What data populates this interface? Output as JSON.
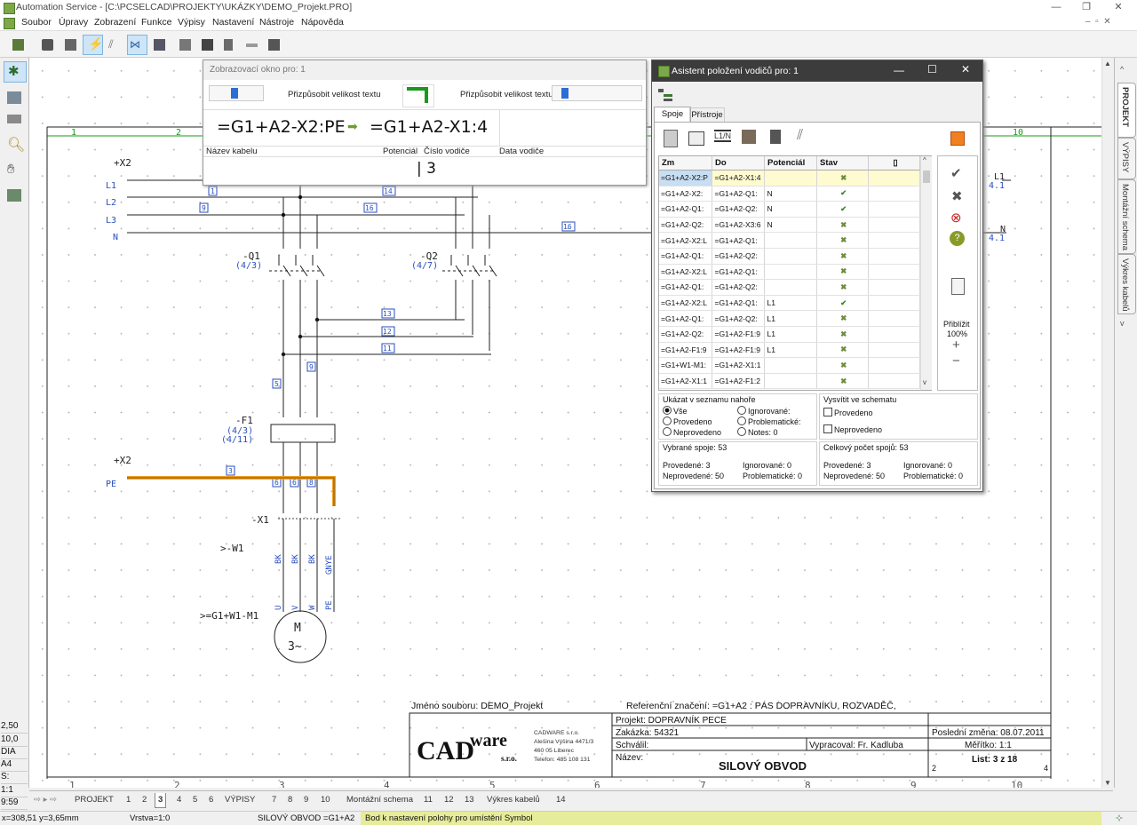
{
  "window": {
    "title": "Automation Service - [C:\\PCSELCAD\\PROJEKTY\\UKÁZKY\\DEMO_Projekt.PRO]"
  },
  "menu": [
    "Soubor",
    "Úpravy",
    "Zobrazení",
    "Funkce",
    "Výpisy",
    "Nastavení",
    "Nástroje",
    "Nápověda"
  ],
  "display_window": {
    "title": "Zobrazovací okno pro: 1",
    "fit_text_left": "Přizpůsobit velikost textu",
    "fit_text_right": "Přizpůsobit velikost textu",
    "from": "=G1+A2-X2:PE",
    "to": "=G1+A2-X1:4",
    "cable_name_label": "Název kabelu",
    "potential_label": "Potenciál",
    "wire_no_label": "Číslo vodiče",
    "wire_data_label": "Data vodiče",
    "wire_no": "| 3"
  },
  "assistant": {
    "title": "Asistent položení vodičů pro: 1",
    "tabs": [
      "Spoje",
      "Přístroje"
    ],
    "columns": [
      "Zm",
      "Do",
      "Potenciál",
      "Stav"
    ],
    "rows": [
      {
        "zm": "=G1+A2-X2:P",
        "do": "=G1+A2-X1:4",
        "pot": "",
        "stav": "x"
      },
      {
        "zm": "=G1+A2-X2:",
        "do": "=G1+A2-Q1:",
        "pot": "N",
        "stav": "ok"
      },
      {
        "zm": "=G1+A2-Q1:",
        "do": "=G1+A2-Q2:",
        "pot": "N",
        "stav": "ok"
      },
      {
        "zm": "=G1+A2-Q2:",
        "do": "=G1+A2-X3:6",
        "pot": "N",
        "stav": "x"
      },
      {
        "zm": "=G1+A2-X2:L",
        "do": "=G1+A2-Q1:",
        "pot": "",
        "stav": "x"
      },
      {
        "zm": "=G1+A2-Q1:",
        "do": "=G1+A2-Q2:",
        "pot": "",
        "stav": "x"
      },
      {
        "zm": "=G1+A2-X2:L",
        "do": "=G1+A2-Q1:",
        "pot": "",
        "stav": "x"
      },
      {
        "zm": "=G1+A2-Q1:",
        "do": "=G1+A2-Q2:",
        "pot": "",
        "stav": "x"
      },
      {
        "zm": "=G1+A2-X2:L",
        "do": "=G1+A2-Q1:",
        "pot": "L1",
        "stav": "ok"
      },
      {
        "zm": "=G1+A2-Q1:",
        "do": "=G1+A2-Q2:",
        "pot": "L1",
        "stav": "x"
      },
      {
        "zm": "=G1+A2-Q2:",
        "do": "=G1+A2-F1:9",
        "pot": "L1",
        "stav": "x"
      },
      {
        "zm": "=G1+A2-F1:9",
        "do": "=G1+A2-F1:9",
        "pot": "L1",
        "stav": "x"
      },
      {
        "zm": "=G1+W1-M1:",
        "do": "=G1+A2-X1:1",
        "pot": "",
        "stav": "x"
      },
      {
        "zm": "=G1+A2-X1:1",
        "do": "=G1+A2-F1:2",
        "pot": "",
        "stav": "x"
      }
    ],
    "zoom_label": "Přiblížit",
    "zoom_value": "100%",
    "show_group": {
      "title": "Ukázat v seznamu nahoře",
      "options": [
        "Vše",
        "Provedeno",
        "Neprovedeno",
        "Ignorované:",
        "Problematické:",
        "Notes: 0"
      ]
    },
    "highlight_group": {
      "title": "Vysvítit ve schematu",
      "options": [
        "Provedeno",
        "Neprovedeno"
      ]
    },
    "selected": {
      "title": "Vybrané spoje: 53",
      "done": "Provedené: 3",
      "notdone": "Neprovedené: 50",
      "ign": "Ignorované: 0",
      "prob": "Problematické: 0"
    },
    "total": {
      "title": "Celkový počet spojů: 53",
      "done": "Provedené: 3",
      "notdone": "Neprovedené: 50",
      "ign": "Ignorované: 0",
      "prob": "Problematické: 0"
    }
  },
  "schematic": {
    "columns": [
      "1",
      "2",
      "10"
    ],
    "terminal_x2": "+X2",
    "phases": [
      "L1",
      "L2",
      "L3",
      "N"
    ],
    "wire_labels": [
      "1",
      "14",
      "9",
      "16",
      "16",
      "13",
      "12",
      "11",
      "9",
      "5",
      "3",
      "6",
      "6",
      "8"
    ],
    "q1": "-Q1",
    "q1_ref": "(4/3)",
    "q2": "-Q2",
    "q2_ref": "(4/7)",
    "f1": "-F1",
    "f1_ref1": "(4/3)",
    "f1_ref2": "(4/11)",
    "x2b": "+X2",
    "pe": "PE",
    "x1": "-X1",
    "w1": ">-W1",
    "cable_colors": [
      "BK",
      "BK",
      "BK",
      "GNYE"
    ],
    "motor_pins": [
      "U",
      "V",
      "W",
      "PE"
    ],
    "motor_ref": ">=G1+W1-M1",
    "motor_m": "M",
    "motor_sym": "3~",
    "right_l1": "L1",
    "right_l1_ref": "4.1",
    "right_n": "N",
    "right_n_ref": "4.1",
    "bottom_cols": [
      "1",
      "2",
      "3",
      "4",
      "5",
      "6",
      "7",
      "8",
      "9",
      "10"
    ]
  },
  "titleblock": {
    "file": "Jméno souboru: DEMO_Projekt",
    "ref": "Referenční značení: =G1+A2 : PÁS DOPRAVNÍKU, ROZVADĚČ,",
    "logo1": "CAD",
    "logo2": "ware",
    "logo3": "s.r.o.",
    "company": [
      "CADWARE s.r.o.",
      "Alešina Výšina 4471/3",
      "460 05 Liberec",
      "Telefon: 485 108 131"
    ],
    "project": "Projekt: DOPRAVNÍK PECE",
    "order": "Zakázka: 54321",
    "approved": "Schválil:",
    "name": "Název:",
    "drawn": "Vypracoval: Fr. Kadluba",
    "last_change": "Poslední změna: 08.07.2011",
    "scale": "Měřítko: 1:1",
    "sheet": "List: 3 z 18",
    "title": "SILOVÝ OBVOD",
    "n2": "2",
    "n4": "4"
  },
  "left_values": [
    "2,50",
    "10,0",
    "DIA",
    "A4",
    "S:",
    "1:1",
    "9:59"
  ],
  "right_tabs": [
    "PROJEKT",
    "VÝPISY",
    "Montážní schema",
    "Výkres kabelů"
  ],
  "sheet_tabs": [
    "PROJEKT",
    "1",
    "2",
    "3",
    "4",
    "5",
    "6",
    "VÝPISY",
    "7",
    "8",
    "9",
    "10",
    "Montážní schema",
    "11",
    "12",
    "13",
    "Výkres kabelů",
    "14"
  ],
  "status": {
    "coords": "x=308,51 y=3,65mm",
    "layer": "Vrstva=1:0",
    "page": "SILOVÝ OBVOD =G1+A2",
    "hint": "Bod k nastavení polohy pro umístění Symbol"
  }
}
